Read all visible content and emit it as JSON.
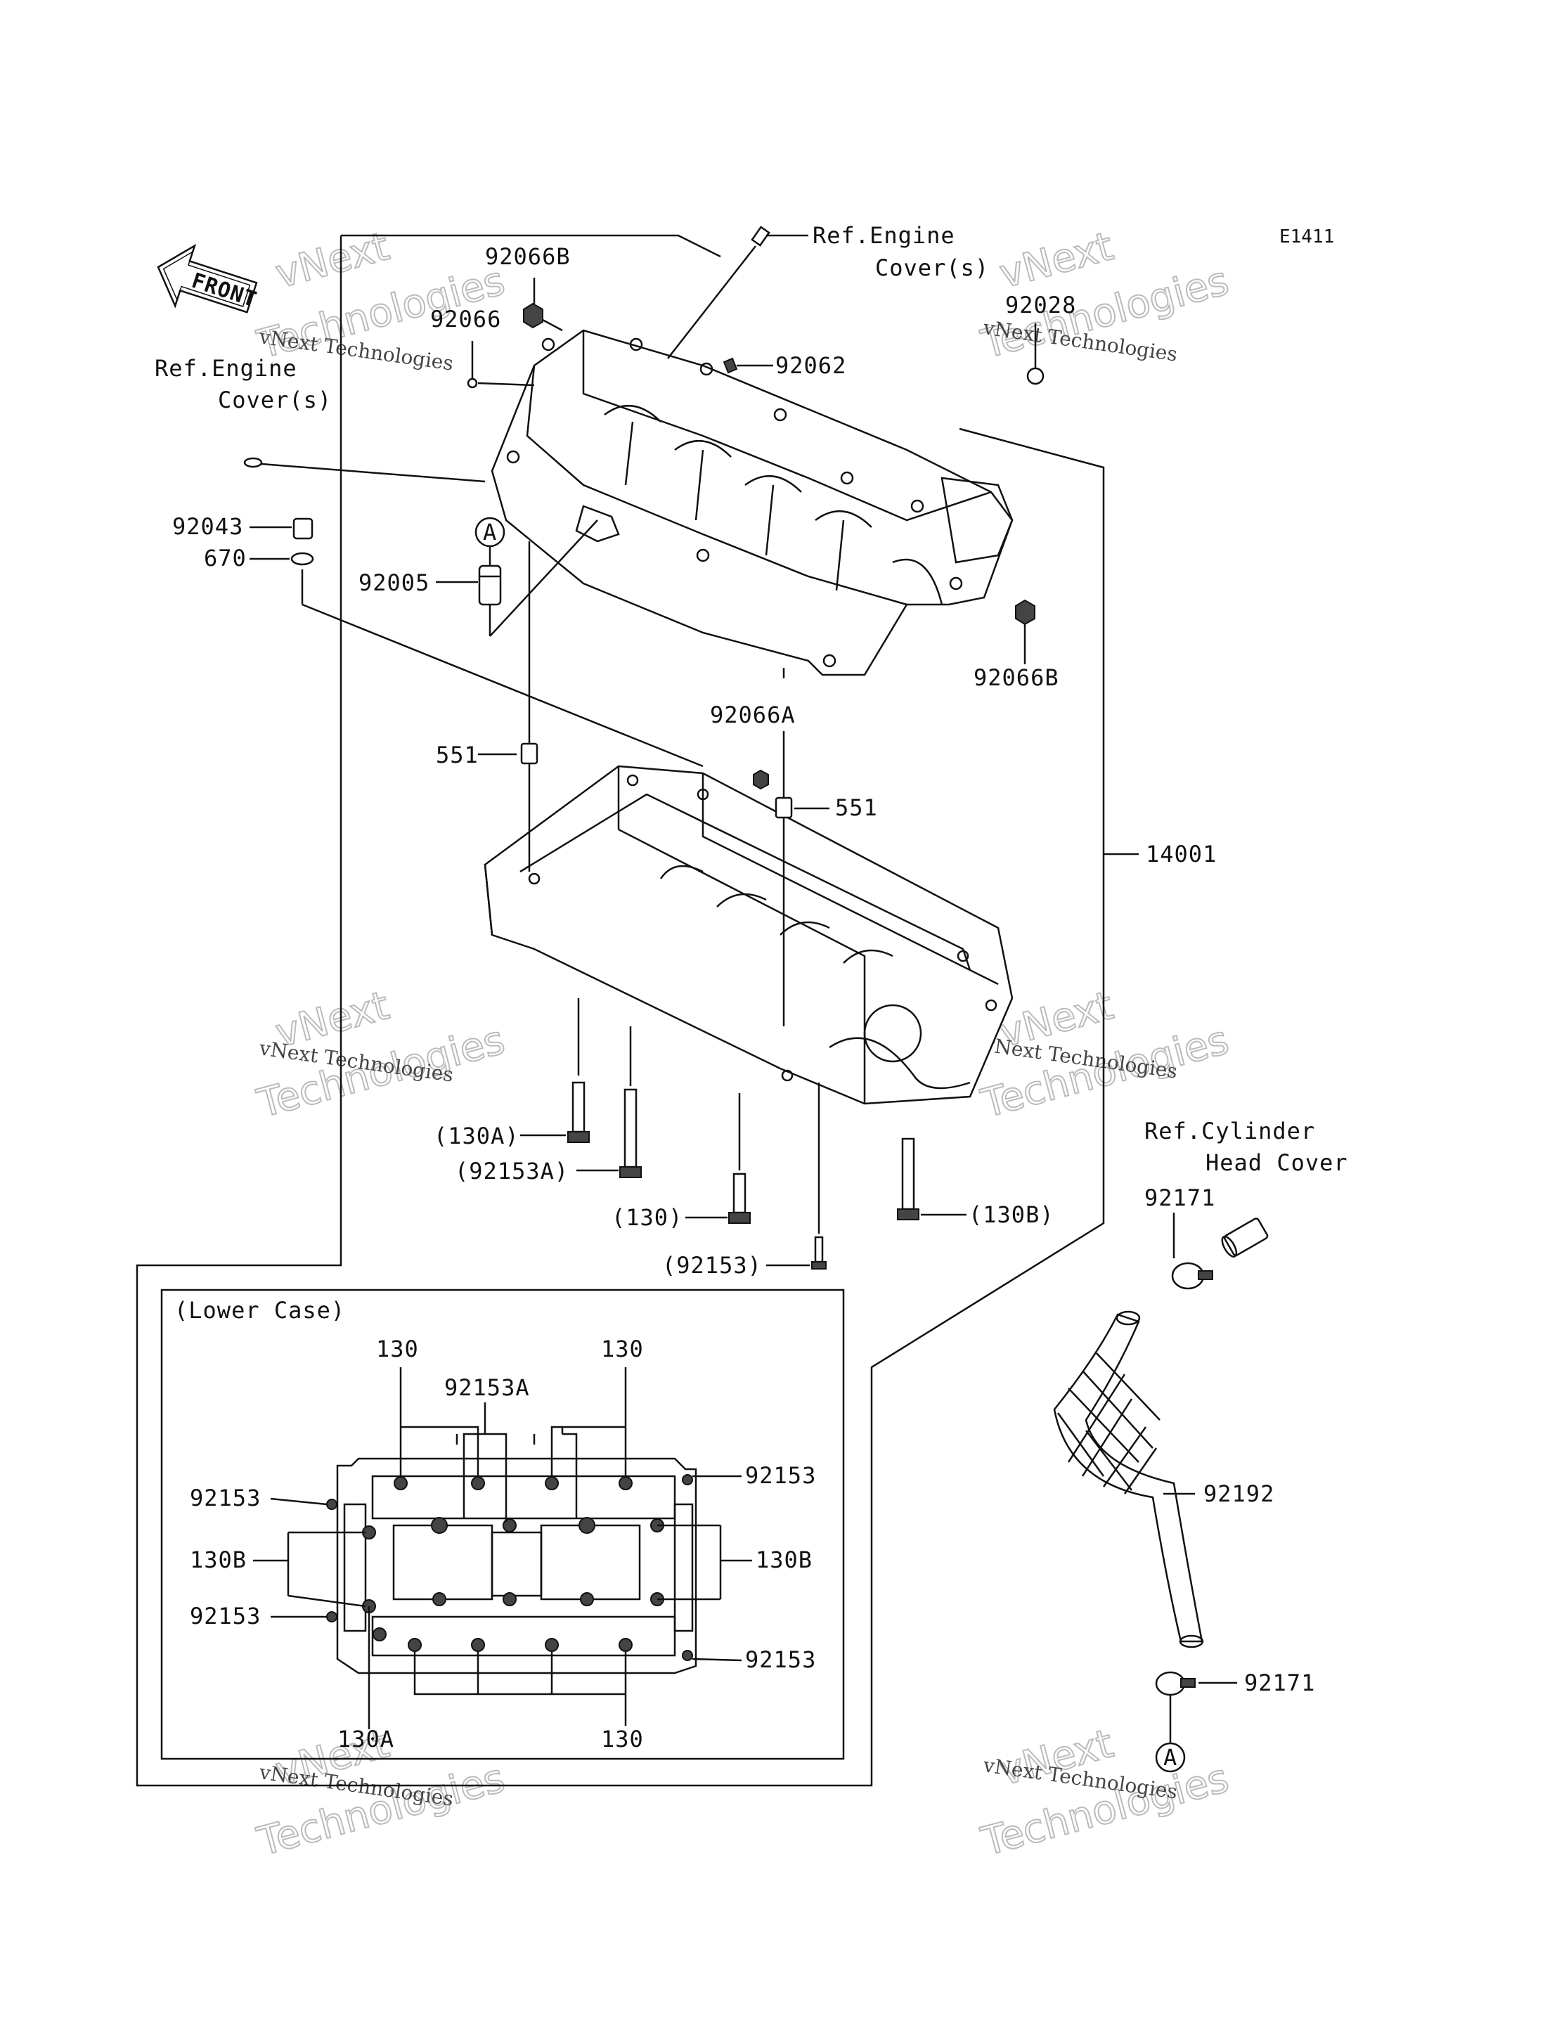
{
  "diagram_code": "E1411",
  "front_label": "FRONT",
  "refs": {
    "engine_cover_top": "Ref.Engine\nCover(s)",
    "engine_cover_top_line1": "Ref.Engine",
    "engine_cover_top_line2": "Cover(s)",
    "engine_cover_left_line1": "Ref.Engine",
    "engine_cover_left_line2": "Cover(s)",
    "cylinder_head_line1": "Ref.Cylinder",
    "cylinder_head_line2": "Head Cover"
  },
  "callouts": {
    "p92066B_top": "92066B",
    "p92066": "92066",
    "p92062": "92062",
    "p92028": "92028",
    "p92043": "92043",
    "p670": "670",
    "p92005": "92005",
    "p92066B_right": "92066B",
    "p92066A": "92066A",
    "p551_left": "551",
    "p551_right": "551",
    "p14001": "14001",
    "p130A": "(130A)",
    "p92153A": "(92153A)",
    "p130": "(130)",
    "p130B": "(130B)",
    "p92153": "(92153)",
    "p92171_top": "92171",
    "p92192": "92192",
    "p92171_bottom": "92171",
    "marker_a": "A"
  },
  "lower_case": {
    "title": "(Lower Case)",
    "labels": {
      "top_130_left": "130",
      "top_130_right": "130",
      "top_92153A": "92153A",
      "left_92153_top": "92153",
      "left_130B": "130B",
      "left_92153_bottom": "92153",
      "right_92153_top": "92153",
      "right_130B": "130B",
      "right_92153_bottom": "92153",
      "bottom_130A": "130A",
      "bottom_130": "130"
    }
  },
  "watermark": {
    "line1": "vNext",
    "line2": "vNext Technologies",
    "line3": "Technologies"
  }
}
